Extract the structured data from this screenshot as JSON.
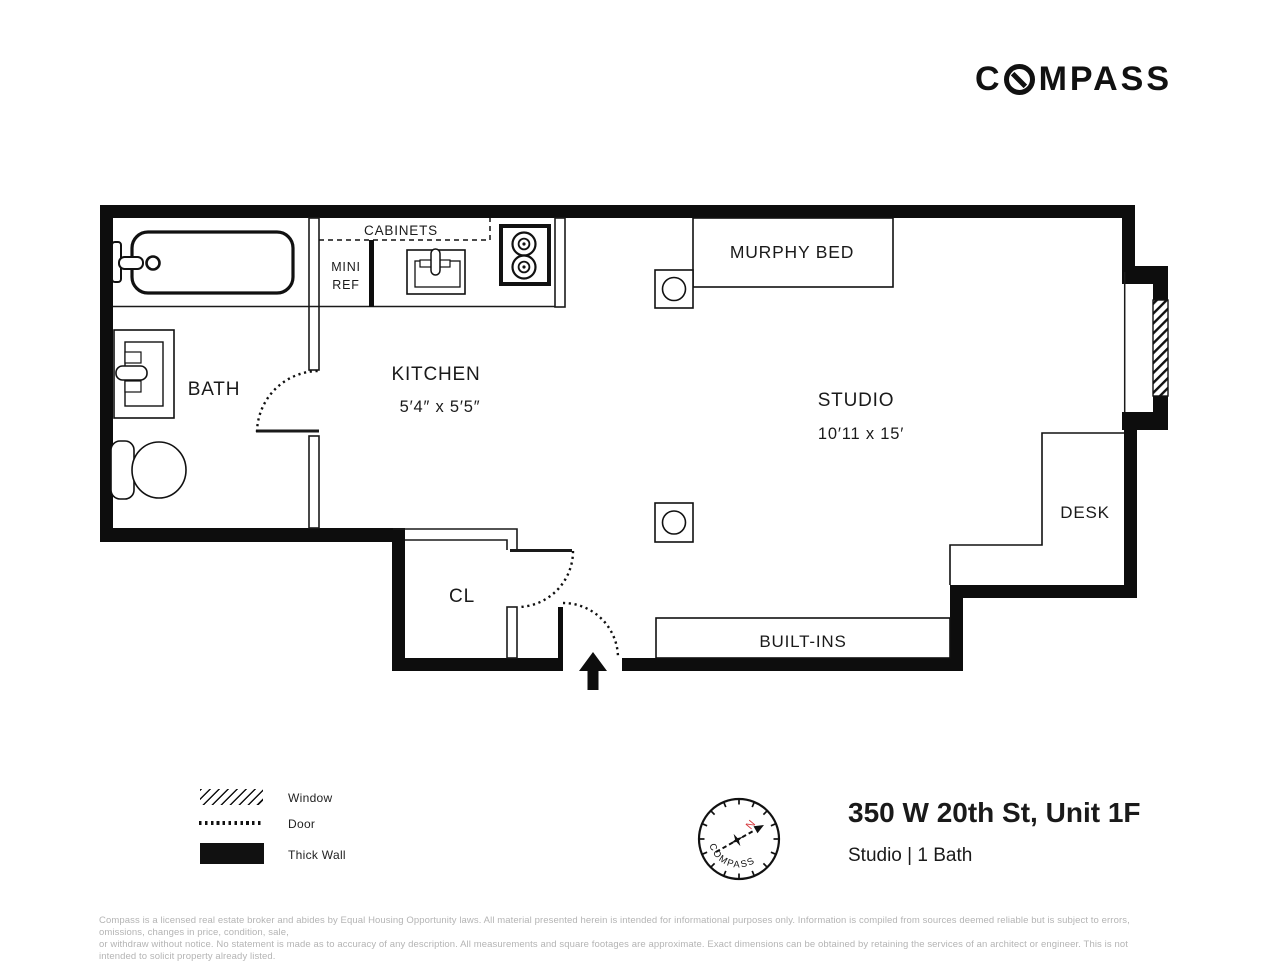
{
  "brand": {
    "logo_prefix": "C",
    "logo_suffix": "MPASS"
  },
  "plan": {
    "labels": {
      "cabinets": "CABINETS",
      "mini_ref_line1": "MINI",
      "mini_ref_line2": "REF",
      "murphy_bed": "MURPHY BED",
      "bath": "BATH",
      "kitchen": "KITCHEN",
      "kitchen_dims": "5′4″ x 5′5″",
      "studio": "STUDIO",
      "studio_dims": "10′11 x 15′",
      "desk": "DESK",
      "closet": "CL",
      "built_ins": "BUILT-INS"
    }
  },
  "legend": {
    "window": "Window",
    "door": "Door",
    "thick_wall": "Thick Wall"
  },
  "rose": {
    "ring_text": "COMPASS",
    "north": "N",
    "north_color": "#d6383d"
  },
  "listing": {
    "address": "350 W 20th St, Unit 1F",
    "summary": "Studio | 1 Bath"
  },
  "disclaimer": {
    "line1": "Compass is a licensed real estate broker and abides by Equal Housing Opportunity laws. All material presented herein is intended for informational purposes only. Information is compiled from sources deemed reliable but is subject to errors, omissions, changes in price, condition, sale,",
    "line2": "or withdraw without notice. No statement is made as to accuracy of any description. All measurements and square footages are approximate. Exact dimensions can be obtained by retaining the services of an architect or engineer. This is not intended to solicit property already listed."
  }
}
